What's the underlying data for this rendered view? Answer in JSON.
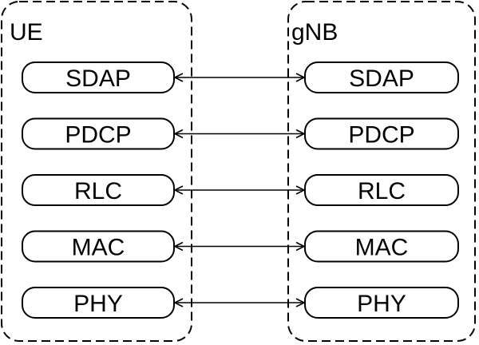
{
  "diagram": {
    "left_entity": {
      "label": "UE",
      "layers": [
        "SDAP",
        "PDCP",
        "RLC",
        "MAC",
        "PHY"
      ]
    },
    "right_entity": {
      "label": "gNB",
      "layers": [
        "SDAP",
        "PDCP",
        "RLC",
        "MAC",
        "PHY"
      ]
    },
    "connections": [
      {
        "from": "UE.SDAP",
        "to": "gNB.SDAP",
        "type": "bidirectional"
      },
      {
        "from": "UE.PDCP",
        "to": "gNB.PDCP",
        "type": "bidirectional"
      },
      {
        "from": "UE.RLC",
        "to": "gNB.RLC",
        "type": "bidirectional"
      },
      {
        "from": "UE.MAC",
        "to": "gNB.MAC",
        "type": "bidirectional"
      },
      {
        "from": "UE.PHY",
        "to": "gNB.PHY",
        "type": "bidirectional"
      }
    ],
    "colors": {
      "stroke": "#000000",
      "background": "#ffffff"
    }
  }
}
